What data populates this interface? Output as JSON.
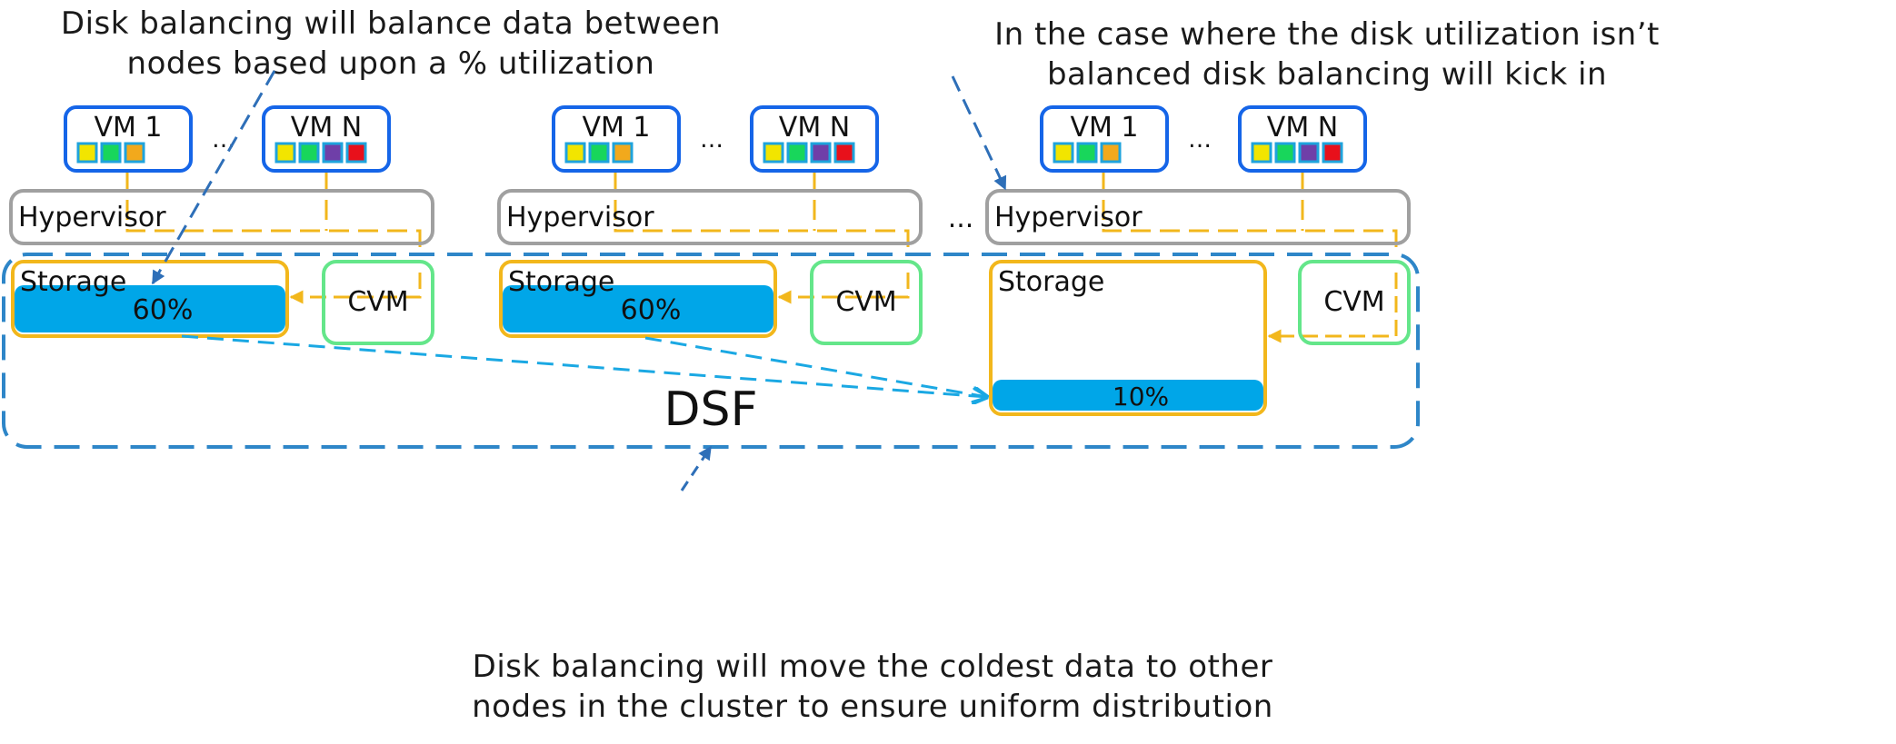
{
  "annotations": {
    "top_left": [
      "Disk balancing will balance data between",
      "nodes based upon a % utilization"
    ],
    "top_right": [
      "In the case where the disk utilization isn’t",
      "balanced disk balancing will kick in"
    ],
    "bottom": [
      "Disk balancing will move the coldest data to other",
      "nodes in the cluster to ensure uniform distribution"
    ]
  },
  "dsf_label": "DSF",
  "node_ellipsis": "...",
  "vm_ellipsis": "…",
  "nodes": [
    {
      "vms": [
        {
          "label": "VM 1",
          "blocks": [
            "#f2e500",
            "#18d65b",
            "#f2a91c"
          ]
        },
        {
          "label": "VM N",
          "blocks": [
            "#f2e500",
            "#18d65b",
            "#6f3fa8",
            "#e8101b"
          ]
        }
      ],
      "hypervisor": "Hypervisor",
      "storage": {
        "label": "Storage",
        "percent_label": "60%",
        "utilization": 60
      },
      "cvm": "CVM"
    },
    {
      "vms": [
        {
          "label": "VM 1",
          "blocks": [
            "#f2e500",
            "#18d65b",
            "#f2a91c"
          ]
        },
        {
          "label": "VM N",
          "blocks": [
            "#f2e500",
            "#18d65b",
            "#6f3fa8",
            "#e8101b"
          ]
        }
      ],
      "hypervisor": "Hypervisor",
      "storage": {
        "label": "Storage",
        "percent_label": "60%",
        "utilization": 60
      },
      "cvm": "CVM"
    },
    {
      "vms": [
        {
          "label": "VM 1",
          "blocks": [
            "#f2e500",
            "#18d65b",
            "#f2a91c"
          ]
        },
        {
          "label": "VM N",
          "blocks": [
            "#f2e500",
            "#18d65b",
            "#6f3fa8",
            "#e8101b"
          ]
        }
      ],
      "hypervisor": "Hypervisor",
      "storage": {
        "label": "Storage",
        "percent_label": "10%",
        "utilization": 10
      },
      "cvm": "CVM"
    }
  ],
  "colors": {
    "vm_border": "#1565e8",
    "hypervisor_border": "#a0a0a0",
    "storage_border": "#f2b71c",
    "storage_fill": "#00a6e8",
    "cvm_border": "#64e68a",
    "io_path": "#f2b71c",
    "dsf_border": "#2e86c8",
    "balance_arrow": "#1aa8e3",
    "callout_arrow": "#2e6fb8",
    "block_border": "#1ea3dc"
  }
}
